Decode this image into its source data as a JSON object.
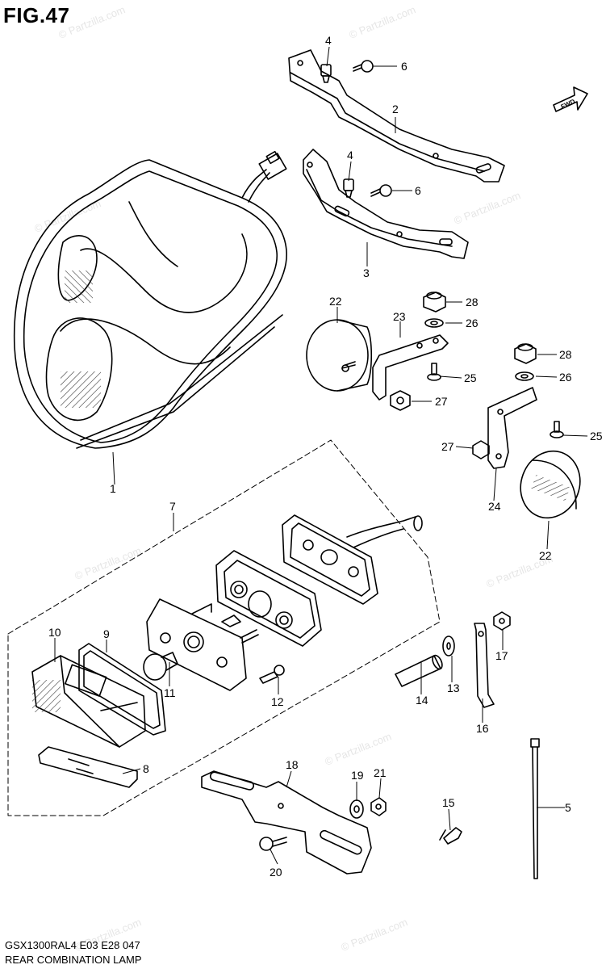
{
  "figure": {
    "title": "FIG.47",
    "model_code": "GSX1300RAL4  E03  E28  047",
    "name": "REAR COMBINATION LAMP",
    "fwd_label": "FWD",
    "watermark": "© Partzilla.com"
  },
  "callouts": [
    {
      "id": "c1",
      "number": "1"
    },
    {
      "id": "c2",
      "number": "2"
    },
    {
      "id": "c3",
      "number": "3"
    },
    {
      "id": "c4a",
      "number": "4"
    },
    {
      "id": "c4b",
      "number": "4"
    },
    {
      "id": "c5",
      "number": "5"
    },
    {
      "id": "c6a",
      "number": "6"
    },
    {
      "id": "c6b",
      "number": "6"
    },
    {
      "id": "c7",
      "number": "7"
    },
    {
      "id": "c8",
      "number": "8"
    },
    {
      "id": "c9",
      "number": "9"
    },
    {
      "id": "c10",
      "number": "10"
    },
    {
      "id": "c11",
      "number": "11"
    },
    {
      "id": "c12",
      "number": "12"
    },
    {
      "id": "c13",
      "number": "13"
    },
    {
      "id": "c14",
      "number": "14"
    },
    {
      "id": "c15",
      "number": "15"
    },
    {
      "id": "c16",
      "number": "16"
    },
    {
      "id": "c17",
      "number": "17"
    },
    {
      "id": "c18",
      "number": "18"
    },
    {
      "id": "c19",
      "number": "19"
    },
    {
      "id": "c20",
      "number": "20"
    },
    {
      "id": "c21",
      "number": "21"
    },
    {
      "id": "c22a",
      "number": "22"
    },
    {
      "id": "c22b",
      "number": "22"
    },
    {
      "id": "c23",
      "number": "23"
    },
    {
      "id": "c24",
      "number": "24"
    },
    {
      "id": "c25a",
      "number": "25"
    },
    {
      "id": "c25b",
      "number": "25"
    },
    {
      "id": "c26a",
      "number": "26"
    },
    {
      "id": "c26b",
      "number": "26"
    },
    {
      "id": "c27a",
      "number": "27"
    },
    {
      "id": "c27b",
      "number": "27"
    },
    {
      "id": "c28a",
      "number": "28"
    },
    {
      "id": "c28b",
      "number": "28"
    }
  ]
}
